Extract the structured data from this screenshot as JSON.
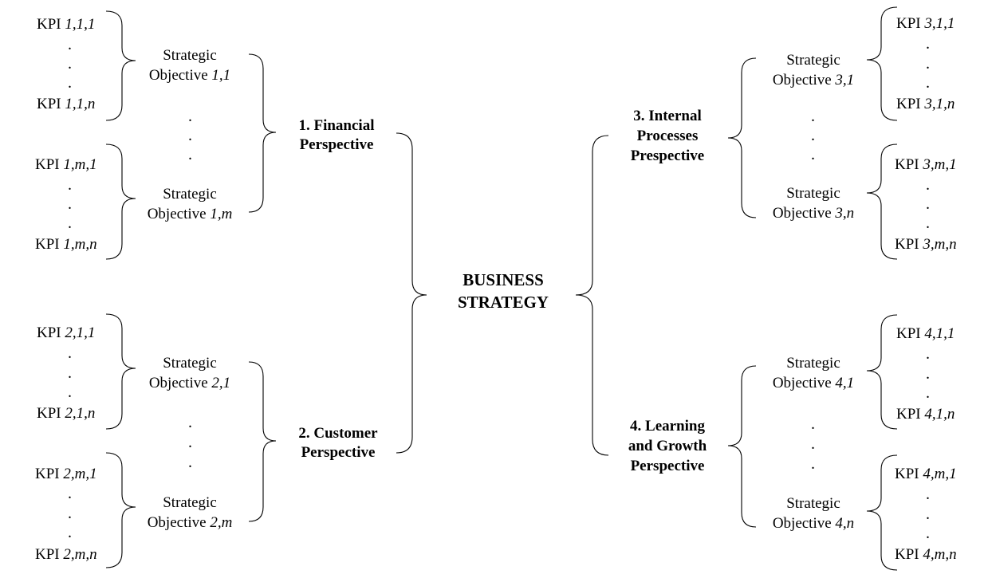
{
  "center": {
    "line1": "BUSINESS",
    "line2": "STRATEGY"
  },
  "perspectives": {
    "p1": {
      "line1": "1. Financial",
      "line2": "Perspective"
    },
    "p2": {
      "line1": "2. Customer",
      "line2": "Perspective"
    },
    "p3": {
      "line1": "3. Internal",
      "line2": "Processes",
      "line3": "Prespective"
    },
    "p4": {
      "line1": "4. Learning",
      "line2": "and Growth",
      "line3": "Perspective"
    }
  },
  "objectives": {
    "label_line1": "Strategic",
    "label_prefix": "Objective",
    "o11": "1,1",
    "o1m": "1,m",
    "o21": "2,1",
    "o2m": "2,m",
    "o31": "3,1",
    "o3n": "3,n",
    "o41": "4,1",
    "o4n": "4,n"
  },
  "kpis": {
    "prefix": "KPI",
    "k111": "1,1,1",
    "k11n": "1,1,n",
    "k1m1": "1,m,1",
    "k1mn": "1,m,n",
    "k211": "2,1,1",
    "k21n": "2,1,n",
    "k2m1": "2,m,1",
    "k2mn": "2,m,n",
    "k311": "3,1,1",
    "k31n": "3,1,n",
    "k3m1": "3,m,1",
    "k3mn": "3,m,n",
    "k411": "4,1,1",
    "k41n": "4,1,n",
    "k4m1": "4,m,1",
    "k4mn": "4,m,n"
  },
  "ellipsis": "."
}
